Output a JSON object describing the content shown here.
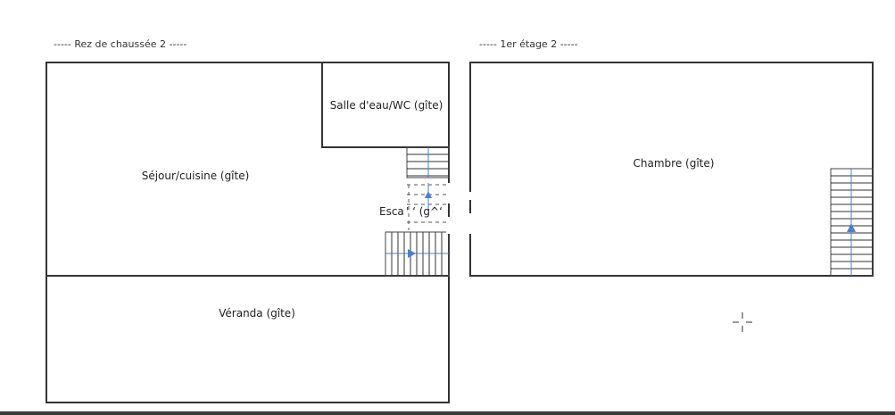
{
  "levels": [
    {
      "header": "-----  Rez de chaussée 2  -----"
    },
    {
      "header": "-----  1er étage 2  -----"
    }
  ],
  "rooms": {
    "sejour": "Séjour/cuisine (gîte)",
    "salle_eau": "Salle d'eau/WC (gîte)",
    "escalier": "Esca",
    "veranda": "Véranda (gîte)",
    "chambre": "Chambre (gîte)"
  },
  "colors": {
    "wall": "#333333",
    "stair_arrow": "#4a7fd0"
  },
  "icons": [
    "stair-arrow-icon",
    "crosshair-icon"
  ]
}
